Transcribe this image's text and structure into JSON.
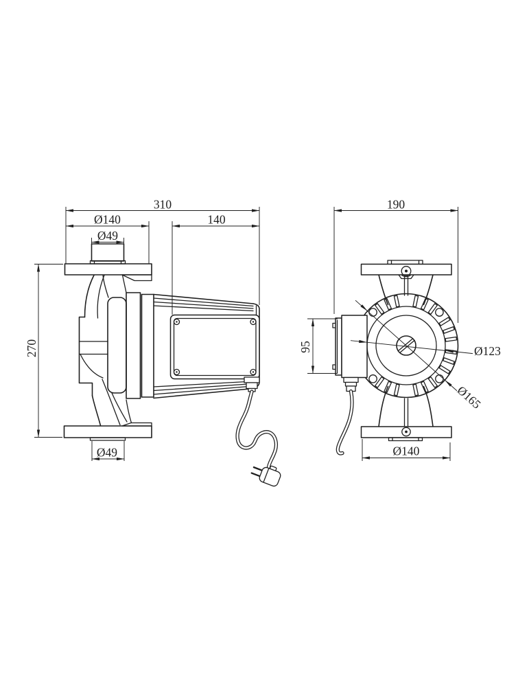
{
  "meta": {
    "description": "Technical dimension drawing of an in-line circulation pump: side view (left) and front view (right)",
    "background_color": "#ffffff",
    "line_color": "#1f1f1f"
  },
  "dimensions": {
    "side_view": {
      "overall_length": "310",
      "flange_diameter": "Ø140",
      "motor_length": "140",
      "top_port_diameter": "Ø49",
      "overall_height": "270",
      "bottom_port_diameter": "Ø49"
    },
    "front_view": {
      "overall_width": "190",
      "terminal_box_height": "95",
      "motor_body_diameter": "Ø123",
      "fin_ring_diameter": "Ø165",
      "flange_diameter": "Ø140"
    }
  }
}
